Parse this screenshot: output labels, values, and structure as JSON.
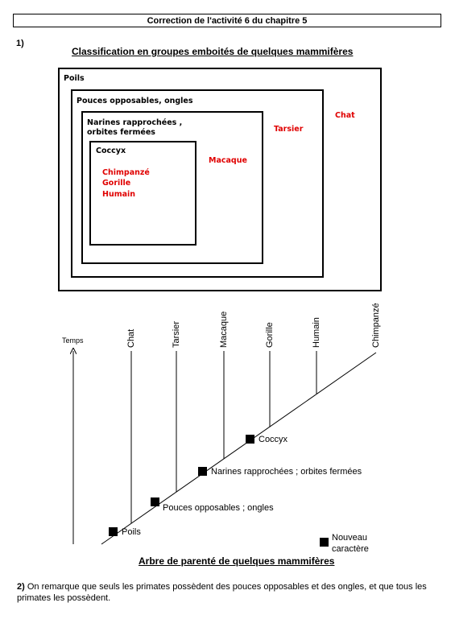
{
  "header": {
    "title": "Correction de l'activité 6 du chapitre 5"
  },
  "q1": {
    "number": "1)",
    "title": "Classification en groupes emboités de quelques mammifères",
    "boxes": {
      "poils": "Poils",
      "pouces": "Pouces opposables, ongles",
      "narines_line1": "Narines rapprochées ,",
      "narines_line2": "orbites fermées",
      "coccyx": "Coccyx"
    },
    "animals": {
      "chimpanze": "Chimpanzé",
      "gorille": "Gorille",
      "humain": "Humain",
      "macaque": "Macaque",
      "tarsier": "Tarsier",
      "chat": "Chat"
    }
  },
  "tree": {
    "time_label": "Temps",
    "taxa": [
      "Chat",
      "Tarsier",
      "Macaque",
      "Gorille",
      "Humain",
      "Chimpanzé"
    ],
    "characters": {
      "poils": "Poils",
      "pouces": "Pouces opposables ; ongles",
      "narines": "Narines rapprochées ; orbites fermées",
      "coccyx": "Coccyx"
    },
    "legend_line1": "Nouveau",
    "legend_line2": "caractère",
    "title": "Arbre de parenté de quelques mammifères"
  },
  "q2": {
    "number": "2)",
    "text_line1": " On remarque que seuls les primates possèdent des pouces opposables et des ongles, et que tous les",
    "text_line2": "primates les possèdent."
  },
  "colors": {
    "accent_red": "#e00000"
  }
}
